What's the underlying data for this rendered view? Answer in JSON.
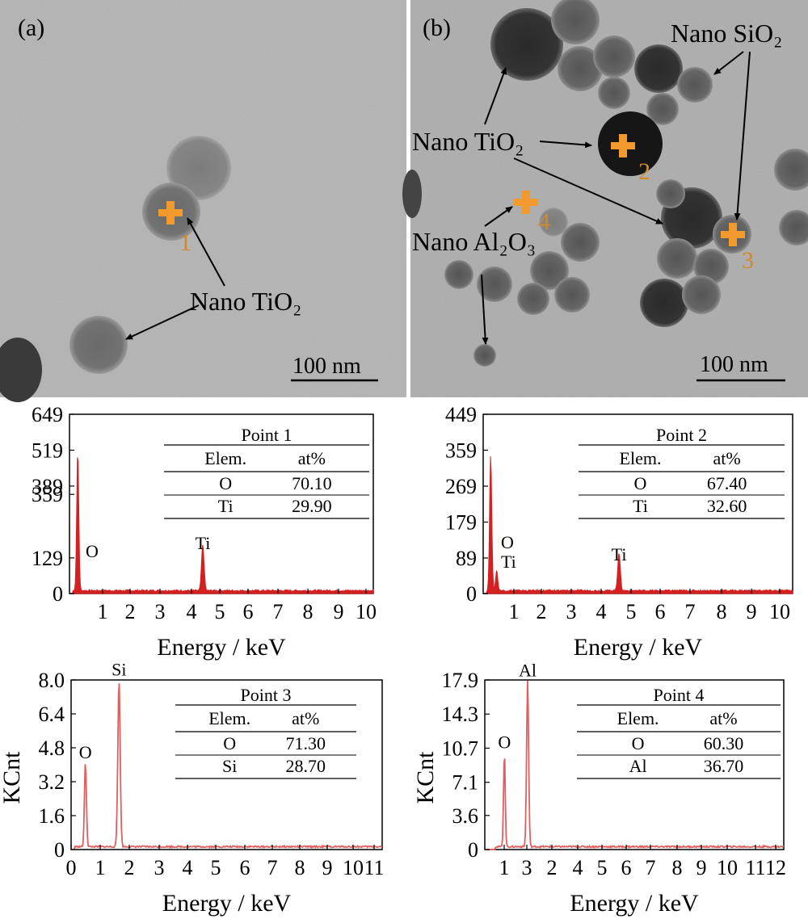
{
  "tem_panels": [
    {
      "label": "(a)",
      "scale_bar": "100 nm",
      "annotations": [
        {
          "text": "Nano TiO₂"
        }
      ],
      "points": [
        "1"
      ]
    },
    {
      "label": "(b)",
      "scale_bar": "100 nm",
      "annotations": [
        {
          "text": "Nano SiO₂"
        },
        {
          "text": "Nano TiO₂"
        },
        {
          "text": "Nano Al₂O₃"
        }
      ],
      "points": [
        "2",
        "3",
        "4"
      ]
    }
  ],
  "colors": {
    "spectrum": "#d42020",
    "spectrum_line": "#e06060",
    "marker": "#f29a2e",
    "pt_label": "#d08a2c"
  },
  "chart_data": [
    {
      "type": "area",
      "xlabel": "Energy / keV",
      "ylabel": "",
      "xlim": [
        0,
        10.3
      ],
      "ylim": [
        0,
        649
      ],
      "xticks": [
        "1",
        "2",
        "3",
        "4",
        "5",
        "6",
        "7",
        "8",
        "9",
        "10"
      ],
      "yticks": [
        "0",
        "129",
        "359",
        "389",
        "519",
        "649"
      ],
      "peaks": [
        {
          "label": "O",
          "x": 0.28,
          "y": 505
        },
        {
          "label": "Ti",
          "x": 4.52,
          "y": 165
        }
      ],
      "table": {
        "title": "Point 1",
        "headers": [
          "Elem.",
          "at%"
        ],
        "rows": [
          [
            "O",
            "70.10"
          ],
          [
            "Ti",
            "29.90"
          ]
        ]
      }
    },
    {
      "type": "area",
      "xlabel": "Energy / keV",
      "ylabel": "",
      "xlim": [
        0,
        10.3
      ],
      "ylim": [
        0,
        449
      ],
      "xticks": [
        "1",
        "2",
        "3",
        "4",
        "5",
        "6",
        "7",
        "8",
        "9",
        "10"
      ],
      "yticks": [
        "0",
        "89",
        "179",
        "269",
        "359",
        "449"
      ],
      "peaks": [
        {
          "label": "O",
          "x": 0.25,
          "y": 340
        },
        {
          "label": "Ti",
          "x": 0.45,
          "y": 50
        },
        {
          "label": "Ti",
          "x": 4.52,
          "y": 95
        }
      ],
      "table": {
        "title": "Point 2",
        "headers": [
          "Elem.",
          "at%"
        ],
        "rows": [
          [
            "O",
            "67.40"
          ],
          [
            "Ti",
            "32.60"
          ]
        ]
      }
    },
    {
      "type": "line",
      "xlabel": "Energy / keV",
      "ylabel": "KCnt",
      "xlim": [
        0,
        11.3
      ],
      "ylim": [
        0,
        8.0
      ],
      "xticks": [
        "0",
        "1",
        "2",
        "3",
        "4",
        "5",
        "6",
        "7",
        "8",
        "9",
        "10",
        "11"
      ],
      "yticks": [
        "0",
        "1.6",
        "3.2",
        "4.8",
        "6.4",
        "8.0"
      ],
      "peaks": [
        {
          "label": "O",
          "x": 0.52,
          "y": 4.0
        },
        {
          "label": "Si",
          "x": 1.74,
          "y": 7.9
        }
      ],
      "table": {
        "title": "Point 3",
        "headers": [
          "Elem.",
          "at%"
        ],
        "rows": [
          [
            "O",
            "71.30"
          ],
          [
            "Si",
            "28.70"
          ]
        ]
      }
    },
    {
      "type": "line",
      "xlabel": "Energy / keV",
      "ylabel": "KCnt",
      "xlim": [
        -0.3,
        12.2
      ],
      "ylim": [
        0,
        17.9
      ],
      "xticks": [
        "1",
        "3",
        "2",
        "4",
        "5",
        "6",
        "7",
        "8",
        "9",
        "10",
        "11",
        "12"
      ],
      "yticks": [
        "0",
        "3.6",
        "7.1",
        "10.7",
        "14.3",
        "17.9"
      ],
      "peaks": [
        {
          "label": "O",
          "x": 0.52,
          "y": 10.0
        },
        {
          "label": "Al",
          "x": 1.49,
          "y": 17.6
        }
      ],
      "table": {
        "title": "Point 4",
        "headers": [
          "Elem.",
          "at%"
        ],
        "rows": [
          [
            "O",
            "60.30"
          ],
          [
            "Al",
            "36.70"
          ]
        ]
      }
    }
  ]
}
